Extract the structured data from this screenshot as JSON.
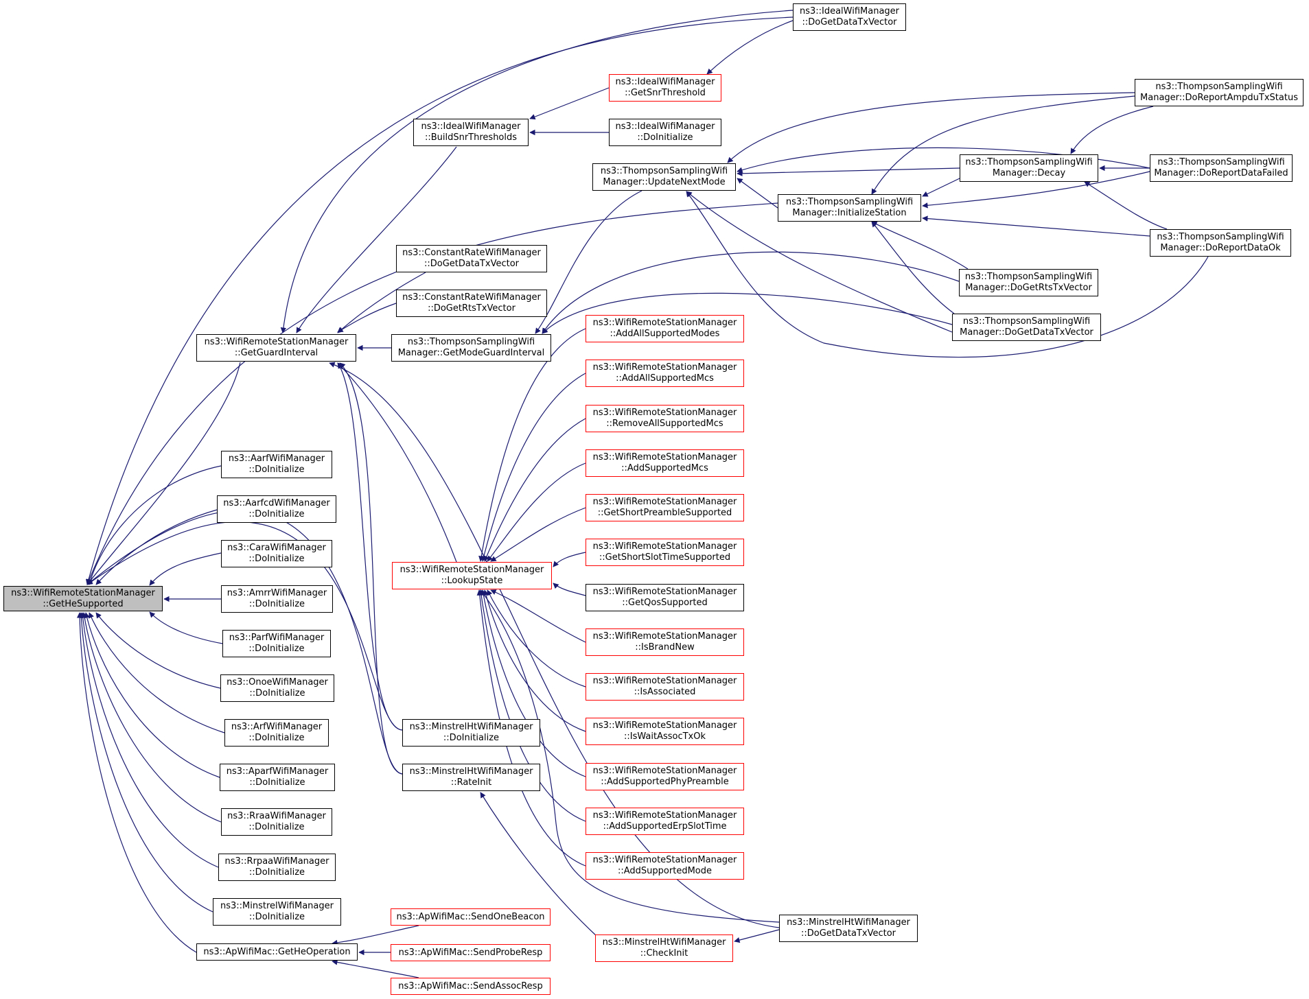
{
  "colors": {
    "edge": "#191970",
    "border": "#000000",
    "red_border": "#ff0000",
    "root_fill": "#bfbfbf"
  },
  "nodes": {
    "root": {
      "l1": "ns3::WifiRemoteStationManager",
      "l2": "::GetHeSupported"
    },
    "getguard": {
      "l1": "ns3::WifiRemoteStationManager",
      "l2": "::GetGuardInterval"
    },
    "aarf": {
      "l1": "ns3::AarfWifiManager",
      "l2": "::DoInitialize"
    },
    "aarfcd": {
      "l1": "ns3::AarfcdWifiManager",
      "l2": "::DoInitialize"
    },
    "cara": {
      "l1": "ns3::CaraWifiManager",
      "l2": "::DoInitialize"
    },
    "amrr": {
      "l1": "ns3::AmrrWifiManager",
      "l2": "::DoInitialize"
    },
    "parf": {
      "l1": "ns3::ParfWifiManager",
      "l2": "::DoInitialize"
    },
    "onoe": {
      "l1": "ns3::OnoeWifiManager",
      "l2": "::DoInitialize"
    },
    "arf": {
      "l1": "ns3::ArfWifiManager",
      "l2": "::DoInitialize"
    },
    "aparf": {
      "l1": "ns3::AparfWifiManager",
      "l2": "::DoInitialize"
    },
    "rraa": {
      "l1": "ns3::RraaWifiManager",
      "l2": "::DoInitialize"
    },
    "rrpaa": {
      "l1": "ns3::RrpaaWifiManager",
      "l2": "::DoInitialize"
    },
    "minstrel": {
      "l1": "ns3::MinstrelWifiManager",
      "l2": "::DoInitialize"
    },
    "apheop": {
      "l1": "ns3::ApWifiMac::GetHeOperation"
    },
    "buildsnr": {
      "l1": "ns3::IdealWifiManager",
      "l2": "::BuildSnrThresholds"
    },
    "constdata": {
      "l1": "ns3::ConstantRateWifiManager",
      "l2": "::DoGetDataTxVector"
    },
    "constrts": {
      "l1": "ns3::ConstantRateWifiManager",
      "l2": "::DoGetRtsTxVector"
    },
    "tsguard": {
      "l1": "ns3::ThompsonSamplingWifi",
      "l2": "Manager::GetModeGuardInterval"
    },
    "lookup": {
      "l1": "ns3::WifiRemoteStationManager",
      "l2": "::LookupState"
    },
    "mhtinit": {
      "l1": "ns3::MinstrelHtWifiManager",
      "l2": "::DoInitialize"
    },
    "mhtrate": {
      "l1": "ns3::MinstrelHtWifiManager",
      "l2": "::RateInit"
    },
    "mhtcheck": {
      "l1": "ns3::MinstrelHtWifiManager",
      "l2": "::CheckInit"
    },
    "mhtdata": {
      "l1": "ns3::MinstrelHtWifiManager",
      "l2": "::DoGetDataTxVector"
    },
    "sendbeacon": {
      "l1": "ns3::ApWifiMac::SendOneBeacon"
    },
    "sendprobe": {
      "l1": "ns3::ApWifiMac::SendProbeResp"
    },
    "sendassoc": {
      "l1": "ns3::ApWifiMac::SendAssocResp"
    },
    "idealdata": {
      "l1": "ns3::IdealWifiManager",
      "l2": "::DoGetDataTxVector"
    },
    "idealsnr": {
      "l1": "ns3::IdealWifiManager",
      "l2": "::GetSnrThreshold"
    },
    "idealinit": {
      "l1": "ns3::IdealWifiManager",
      "l2": "::DoInitialize"
    },
    "tsupdate": {
      "l1": "ns3::ThompsonSamplingWifi",
      "l2": "Manager::UpdateNextMode"
    },
    "tsinitst": {
      "l1": "ns3::ThompsonSamplingWifi",
      "l2": "Manager::InitializeStation"
    },
    "tsdecay": {
      "l1": "ns3::ThompsonSamplingWifi",
      "l2": "Manager::Decay"
    },
    "tsampdu": {
      "l1": "ns3::ThompsonSamplingWifi",
      "l2": "Manager::DoReportAmpduTxStatus"
    },
    "tsfailed": {
      "l1": "ns3::ThompsonSamplingWifi",
      "l2": "Manager::DoReportDataFailed"
    },
    "tsok": {
      "l1": "ns3::ThompsonSamplingWifi",
      "l2": "Manager::DoReportDataOk"
    },
    "tsrts": {
      "l1": "ns3::ThompsonSamplingWifi",
      "l2": "Manager::DoGetRtsTxVector"
    },
    "tsdata": {
      "l1": "ns3::ThompsonSamplingWifi",
      "l2": "Manager::DoGetDataTxVector"
    },
    "addallmodes": {
      "l1": "ns3::WifiRemoteStationManager",
      "l2": "::AddAllSupportedModes"
    },
    "addallmcs": {
      "l1": "ns3::WifiRemoteStationManager",
      "l2": "::AddAllSupportedMcs"
    },
    "removeallmcs": {
      "l1": "ns3::WifiRemoteStationManager",
      "l2": "::RemoveAllSupportedMcs"
    },
    "addmcs": {
      "l1": "ns3::WifiRemoteStationManager",
      "l2": "::AddSupportedMcs"
    },
    "shortpre": {
      "l1": "ns3::WifiRemoteStationManager",
      "l2": "::GetShortPreambleSupported"
    },
    "shortslot": {
      "l1": "ns3::WifiRemoteStationManager",
      "l2": "::GetShortSlotTimeSupported"
    },
    "qos": {
      "l1": "ns3::WifiRemoteStationManager",
      "l2": "::GetQosSupported"
    },
    "brandnew": {
      "l1": "ns3::WifiRemoteStationManager",
      "l2": "::IsBrandNew"
    },
    "assoc": {
      "l1": "ns3::WifiRemoteStationManager",
      "l2": "::IsAssociated"
    },
    "waitassoc": {
      "l1": "ns3::WifiRemoteStationManager",
      "l2": "::IsWaitAssocTxOk"
    },
    "phypre": {
      "l1": "ns3::WifiRemoteStationManager",
      "l2": "::AddSupportedPhyPreamble"
    },
    "erpslot": {
      "l1": "ns3::WifiRemoteStationManager",
      "l2": "::AddSupportedErpSlotTime"
    },
    "addmode": {
      "l1": "ns3::WifiRemoteStationManager",
      "l2": "::AddSupportedMode"
    }
  }
}
